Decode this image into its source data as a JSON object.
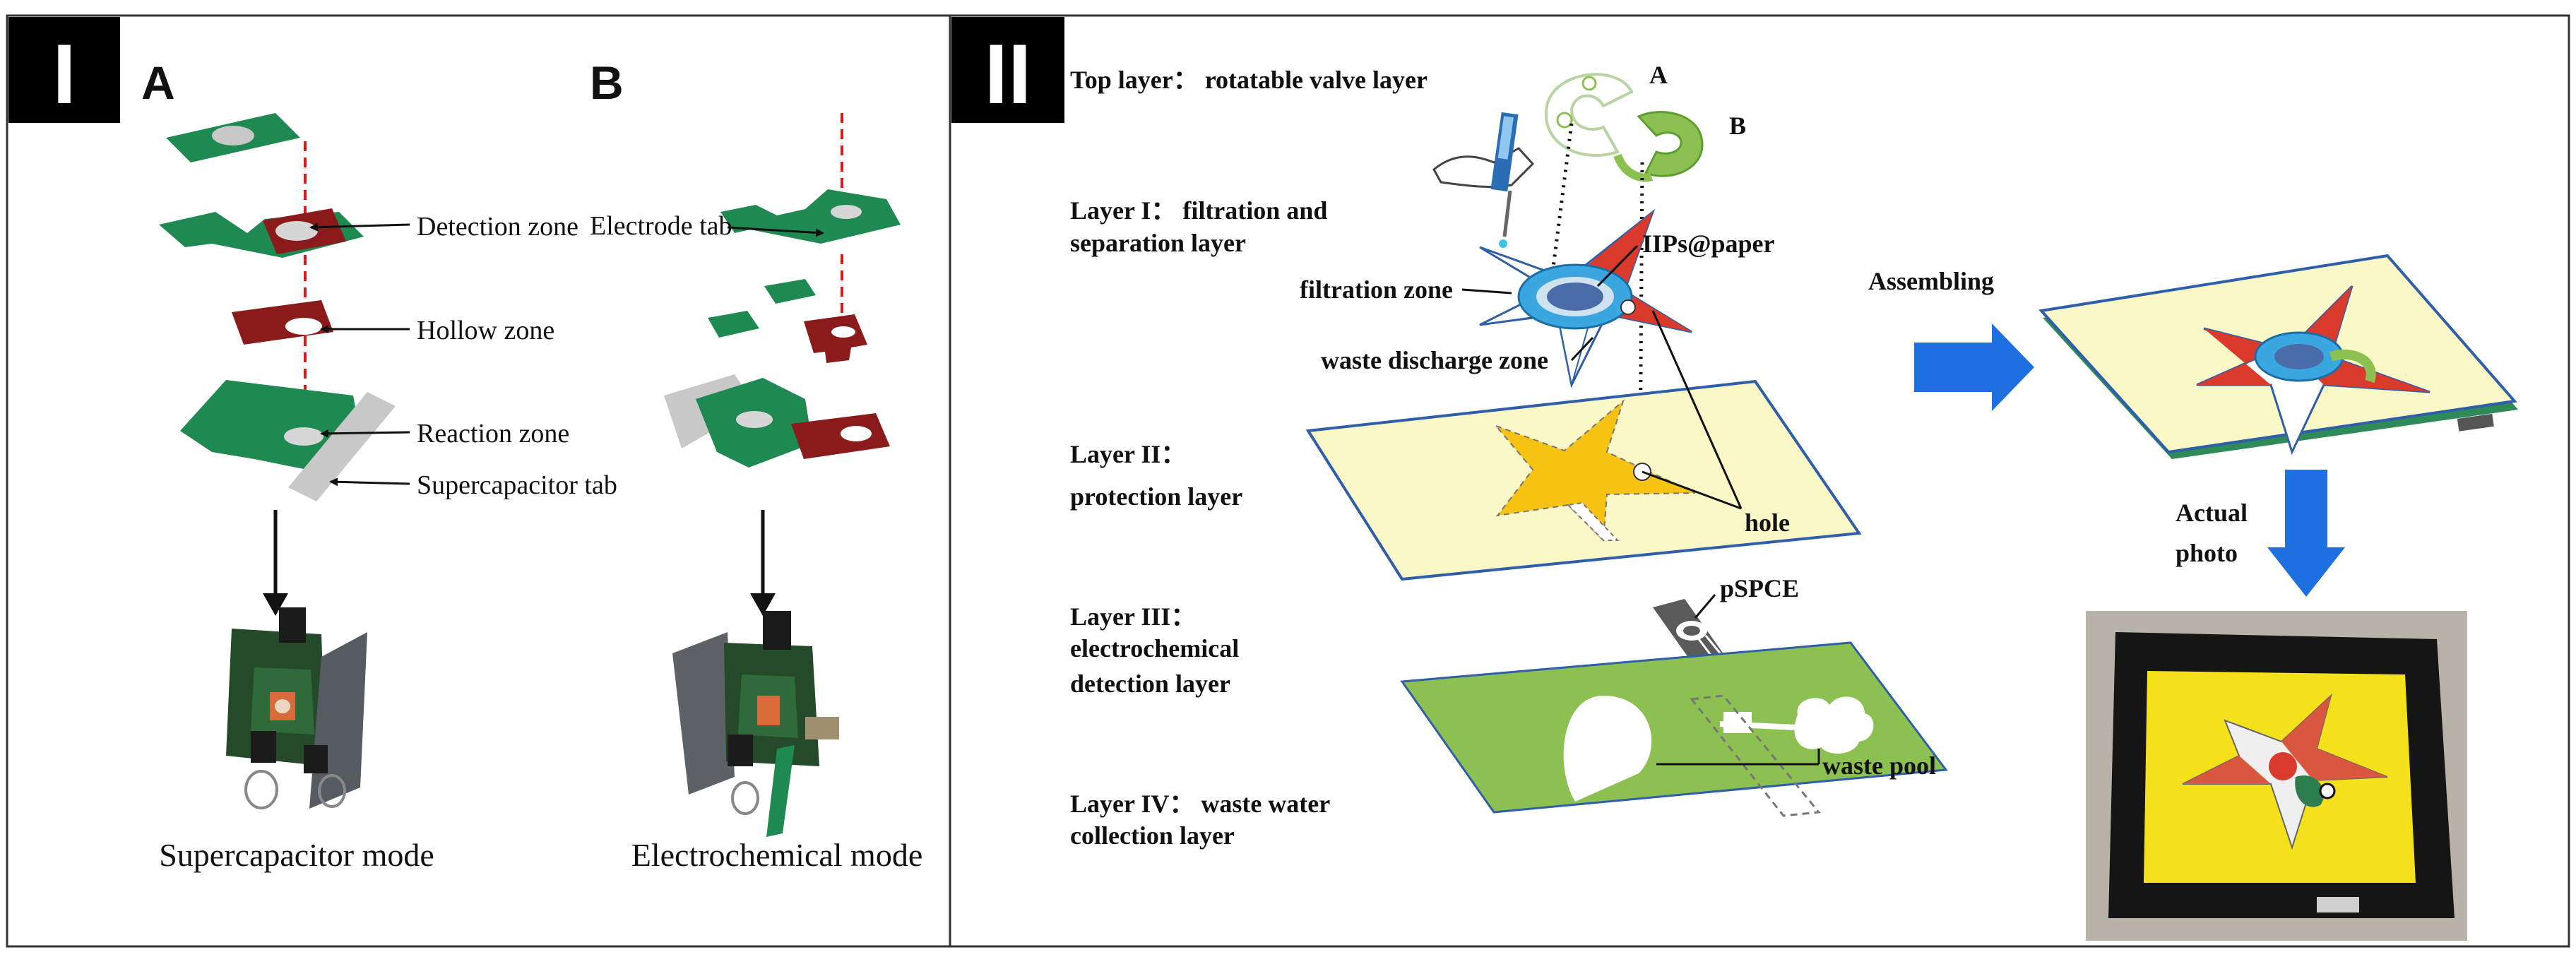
{
  "panel_I": {
    "numeral": "I",
    "subpanel_A": {
      "letter": "A",
      "labels": {
        "detection_zone": "Detection zone",
        "hollow_zone": "Hollow zone",
        "reaction_zone": "Reaction zone",
        "supercapacitor_tab": "Supercapacitor tab"
      },
      "caption": "Supercapacitor mode"
    },
    "subpanel_B": {
      "letter": "B",
      "labels": {
        "electrode_tab": "Electrode tab"
      },
      "caption": "Electrochemical mode"
    }
  },
  "panel_II": {
    "numeral": "II",
    "layer_labels": {
      "top": "Top layer： rotatable valve layer",
      "layer_I_line1": "Layer I： filtration  and",
      "layer_I_line2": "separation layer",
      "layer_II_line1": "Layer II：",
      "layer_II_line2": "protection layer",
      "layer_III_line1": "Layer III：",
      "layer_III_line2": "electrochemical",
      "layer_III_line3": "detection layer",
      "layer_IV_line1": "Layer IV： waste water",
      "layer_IV_line2": "collection layer"
    },
    "callouts": {
      "valve_a": "A",
      "valve_b": "B",
      "iips": "IIPs@paper",
      "filtration_zone": "filtration zone",
      "waste_discharge_zone": "waste discharge zone",
      "hole": "hole",
      "pspce": "pSPCE",
      "waste_pool": "waste pool"
    },
    "assembling": "Assembling",
    "actual_photo_line1": "Actual",
    "actual_photo_line2": "photo"
  },
  "colors": {
    "paper_green": "#1e8a52",
    "paper_red": "#8b1a1a",
    "tab_gray": "#c8c8c8",
    "protection_yellow": "#fbf8c8",
    "star_yellow": "#f6c312",
    "detect_green": "#8cc152",
    "arrow_blue": "#1e6fe0",
    "star_red": "#d93a2b",
    "valve_blue": "#3aa7e0",
    "frame_black": "#111111"
  }
}
